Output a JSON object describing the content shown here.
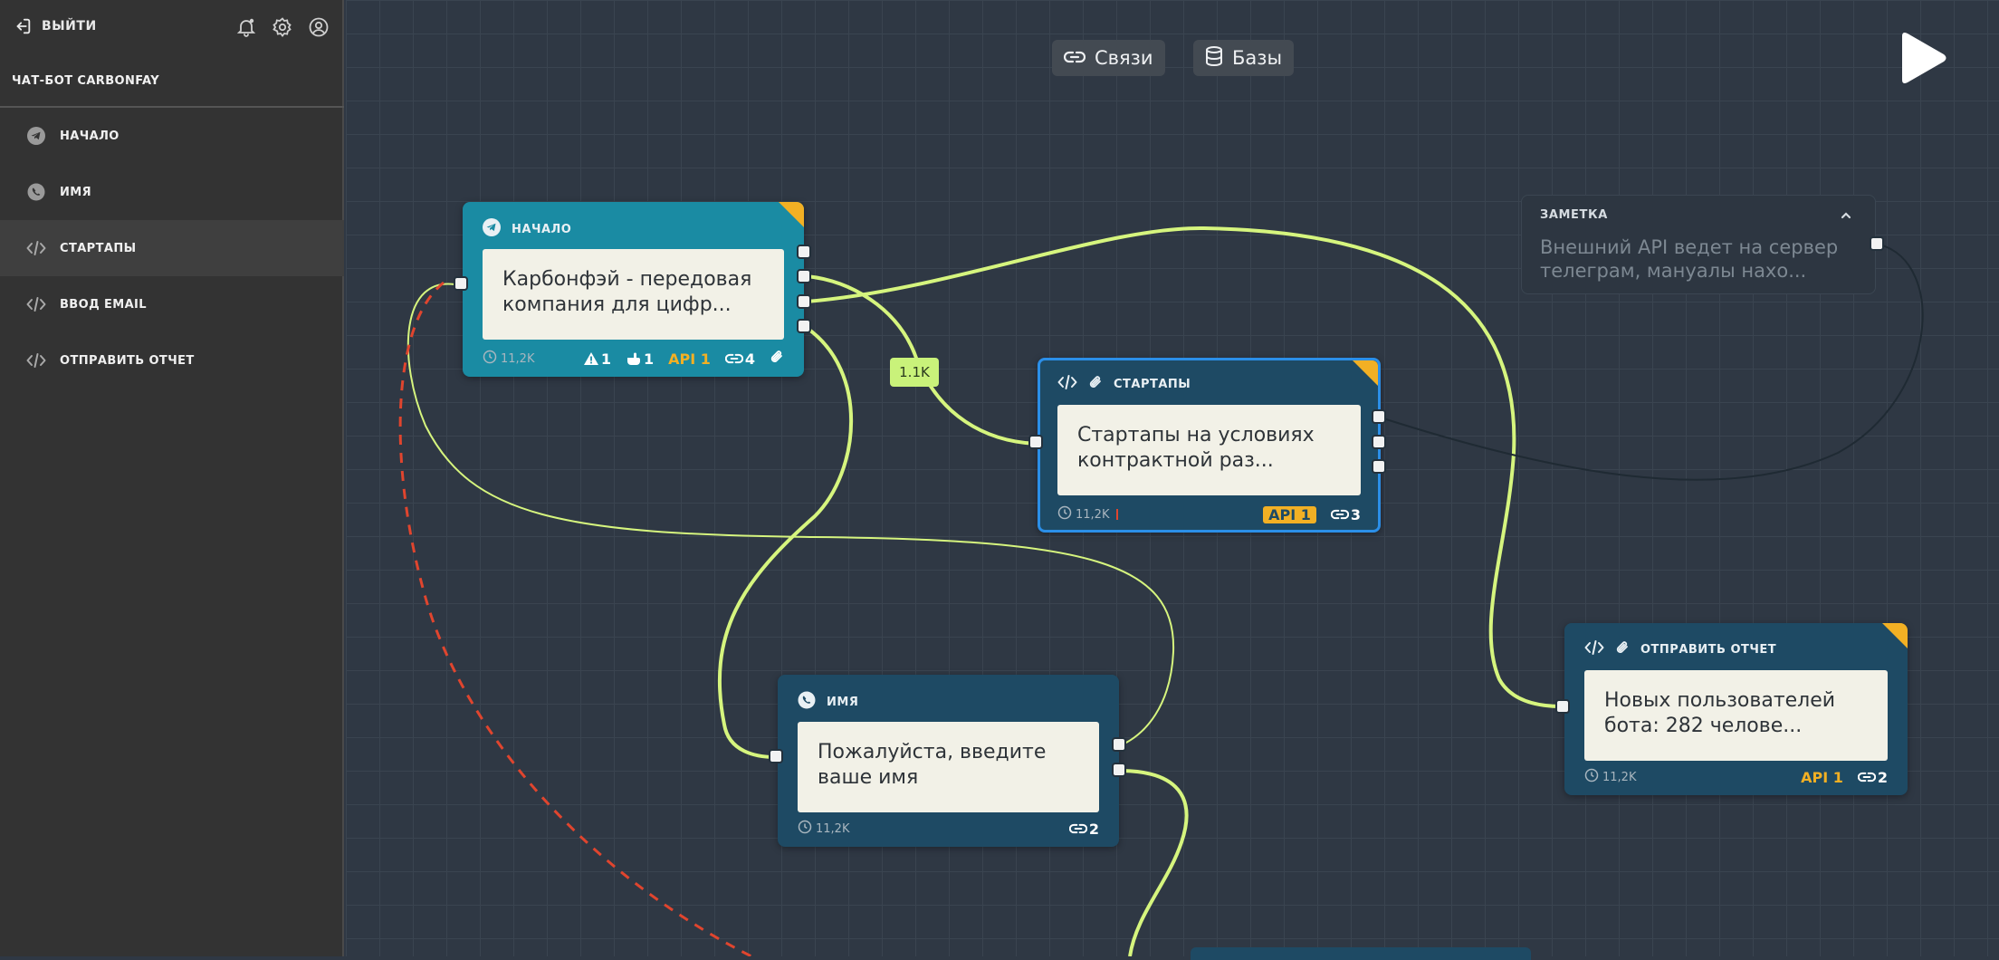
{
  "sidebar": {
    "logout_label": "ВЫЙТИ",
    "bot_title": "ЧАТ-БОТ CARBONFAY",
    "items": [
      {
        "label": "НАЧАЛО",
        "icon": "telegram-icon"
      },
      {
        "label": "ИМЯ",
        "icon": "whatsapp-icon"
      },
      {
        "label": "СТАРТАПЫ",
        "icon": "code-icon",
        "active": true
      },
      {
        "label": "ВВОД EMAIL",
        "icon": "code-icon"
      },
      {
        "label": "ОТПРАВИТЬ ОТЧЕТ",
        "icon": "code-icon"
      }
    ]
  },
  "toolbar": {
    "links_label": "Связи",
    "bases_label": "Базы"
  },
  "nodes": {
    "start": {
      "title": "НАЧАЛО",
      "message": "Карбонфэй - передовая компания для цифр...",
      "views": "11,2K",
      "warnings": "1",
      "hints": "1",
      "api": "API 1",
      "links": "4"
    },
    "startups": {
      "title": "СТАРТАПЫ",
      "message": "Стартапы на условиях контрактной раз...",
      "views": "11,2K",
      "api": "API 1",
      "links": "3"
    },
    "name": {
      "title": "ИМЯ",
      "message": "Пожалуйста, введите ваше имя",
      "views": "11,2K",
      "links": "2"
    },
    "report": {
      "title": "ОТПРАВИТЬ ОТЧЕТ",
      "message": "Новых пользователей бота: 282 челове...",
      "views": "11,2K",
      "api": "API 1",
      "links": "2"
    }
  },
  "connection_counter": "1.1K",
  "note": {
    "title": "ЗАМЕТКА",
    "text": "Внешний API ведет на сервер телеграм, мануалы нахо..."
  },
  "colors": {
    "wire": "#d6f57e",
    "dashed_wire": "#e0452e",
    "accent_corner": "#f2b024",
    "start_node": "#1a8ba3",
    "node": "#1e4a64",
    "selected_border": "#2b8fe8"
  }
}
